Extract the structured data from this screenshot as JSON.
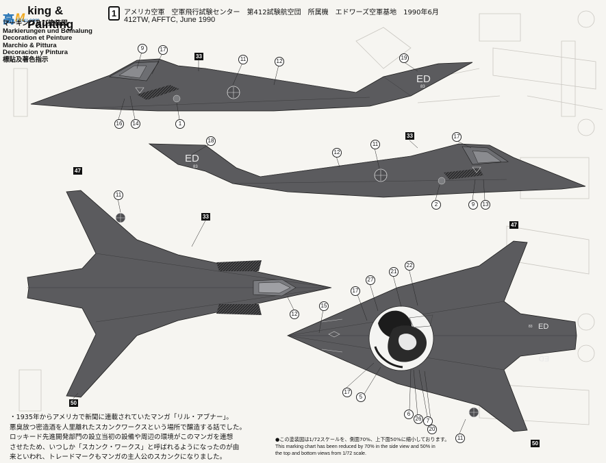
{
  "header": {
    "brand_cn": "高",
    "brand_web": "M",
    "brand_en": "king & Painting",
    "brand_url": "hh.shou.com",
    "legend_lines": [
      "マーキング及び塗装図",
      "Markierungen und Bemalung",
      "Decoration et Peinture",
      "Marchio & Pittura",
      "Decoracion y Pintura",
      "標貼及著色指示"
    ],
    "scheme_number": "1",
    "title_ja": "アメリカ空軍　空軍飛行試験センター　第412試験航空団　所属機　エドワーズ空軍基地　1990年6月",
    "title_en": "412TW, AFFTC, June 1990"
  },
  "callouts": {
    "side_top": [
      "9",
      "17",
      "33",
      "11",
      "12",
      "19",
      "16",
      "14",
      "1"
    ],
    "side_bottom": [
      "18",
      "12",
      "11",
      "33",
      "17",
      "2",
      "9",
      "13"
    ],
    "top_view": [
      "47",
      "11",
      "33",
      "15",
      "12",
      "50"
    ],
    "bottom_view": [
      "47",
      "17",
      "27",
      "21",
      "22",
      "17",
      "5",
      "26",
      "7",
      "6",
      "20",
      "11",
      "50"
    ]
  },
  "aircraft": {
    "tail_code": "ED",
    "serial": "83"
  },
  "footnote": {
    "lines": [
      "・1935年からアメリカで新聞に連載されていたマンガ「リル・アブナー」。",
      "悪臭放つ密造酒を人里離れたスカンクワークスという場所で醸造する話でした。",
      "ロッキード先進開発部門の設立当初の設備や周辺の環境がこのマンガを連想",
      "させたため、いつしか「スカンク・ワークス」と呼ばれるようになったのが由",
      "来といわれ、トレードマークもマンガの主人公のスカンクになりました。"
    ]
  },
  "scale_note": {
    "ja": "●この塗装図は1/72スケールを、側面70%、上下面50%に縮小しております。",
    "en1": "This marking chart has been reduced by 70% in the side view and 50% in",
    "en2": "the top and bottom views from 1/72 scale."
  },
  "colors": {
    "paint": "#5b5b5e",
    "paint_dark": "#3f3f42",
    "line": "#1a1a1a",
    "brand_blue": "#1f6fb3",
    "brand_orange": "#f0a81c",
    "paper": "#f6f5f1"
  }
}
